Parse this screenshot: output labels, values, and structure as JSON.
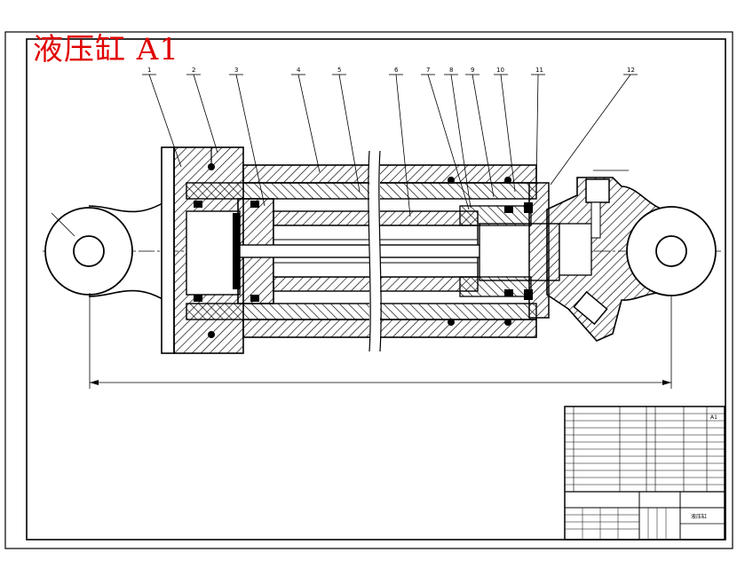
{
  "title": "液压缸 A1",
  "part_labels": [
    "1",
    "2",
    "3",
    "4",
    "5",
    "6",
    "7",
    "8",
    "9",
    "10",
    "11",
    "12"
  ],
  "title_block": {
    "sheet_size": "A1",
    "drawing_name": "液压缸"
  },
  "colors": {
    "line": "#000000",
    "title": "#e00000",
    "background": "#ffffff"
  }
}
